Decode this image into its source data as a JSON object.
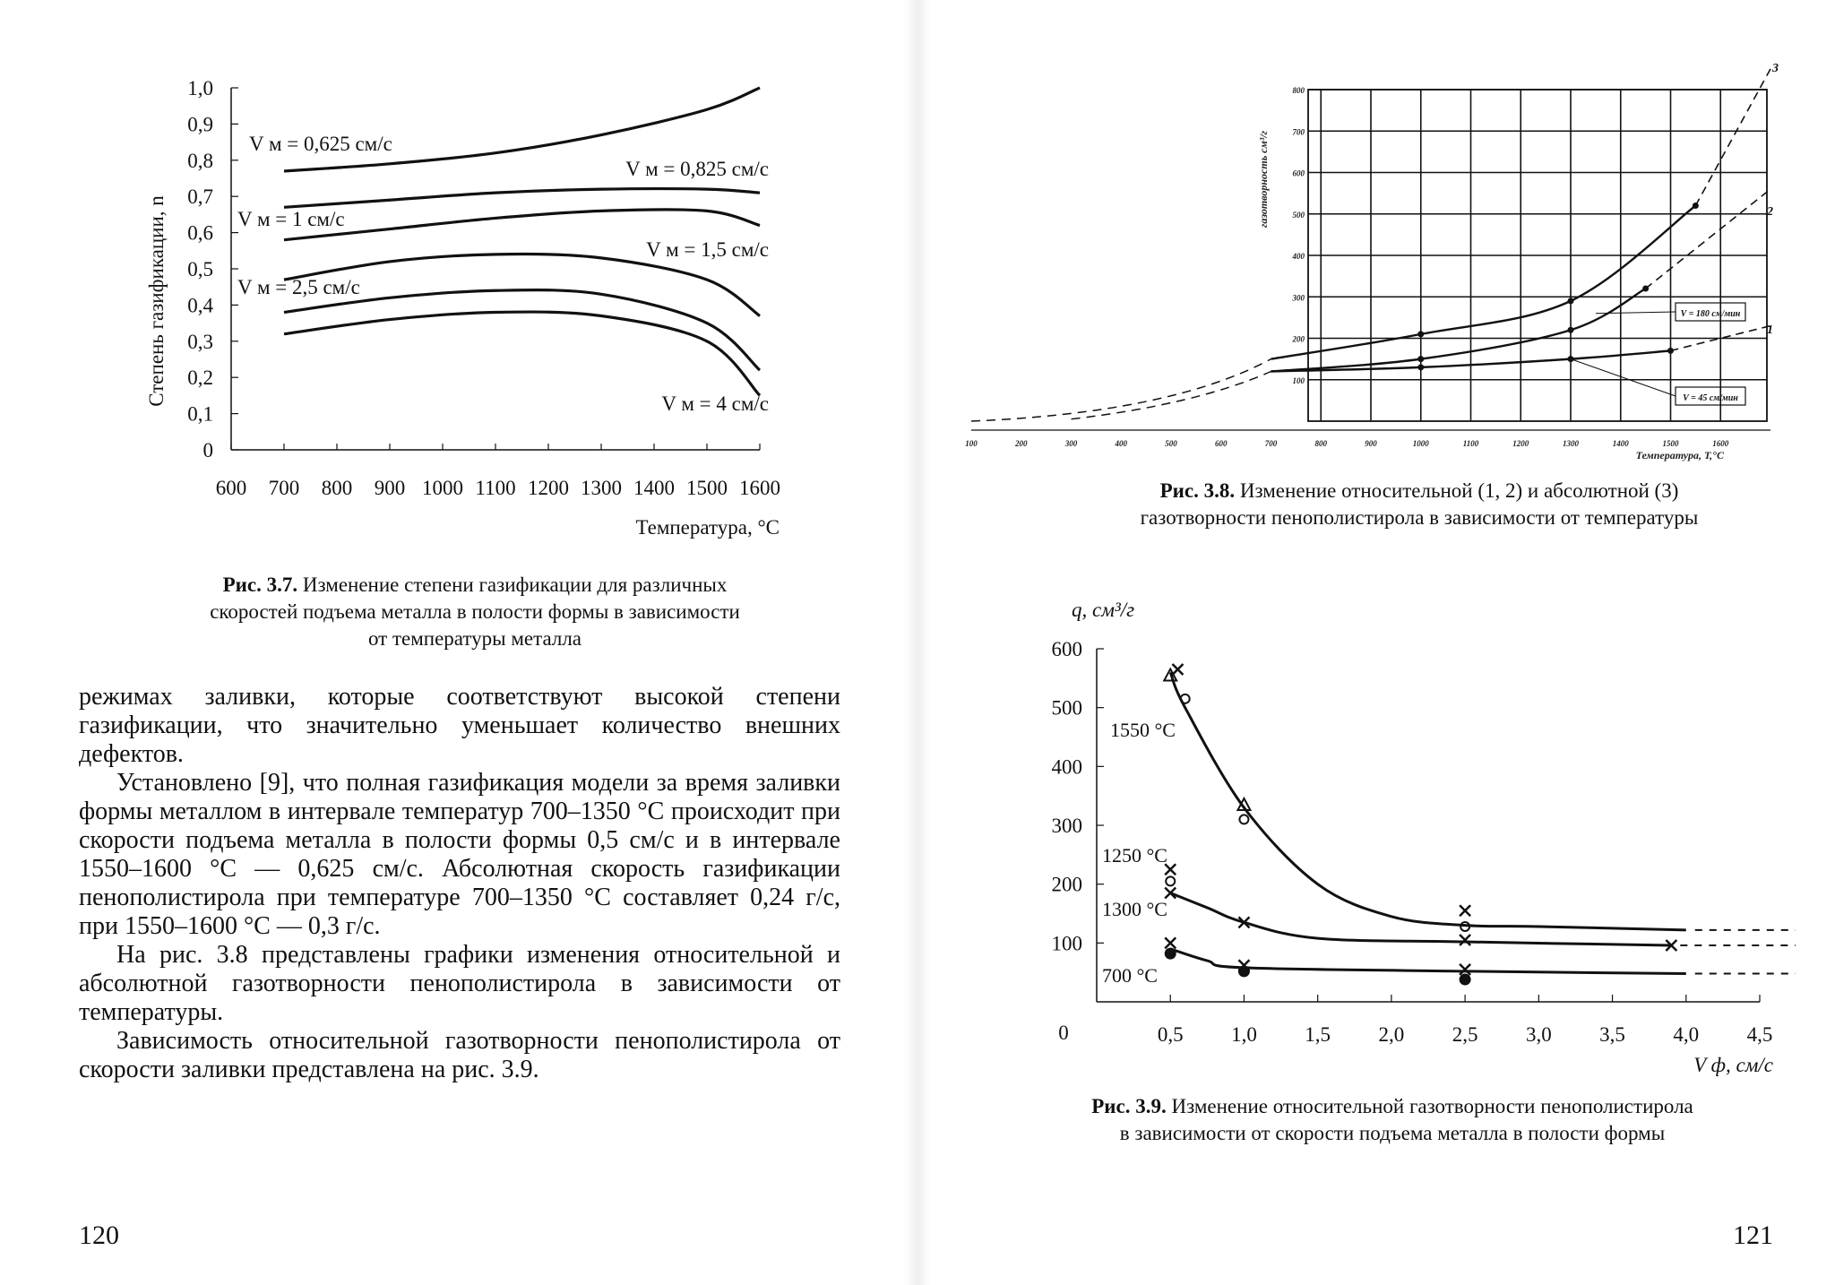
{
  "left_page": {
    "fig37": {
      "ylabel": "Степень газификации, n",
      "xlabel": "Температура, °С",
      "y_ticks": [
        "0",
        "0,1",
        "0,2",
        "0,3",
        "0,4",
        "0,5",
        "0,6",
        "0,7",
        "0,8",
        "0,9",
        "1,0"
      ],
      "x_ticks": [
        "600",
        "700",
        "800",
        "900",
        "1000",
        "1100",
        "1200",
        "1300",
        "1400",
        "1500",
        "1600"
      ],
      "curve_labels": [
        "V м = 0,625 см/с",
        "V м = 0,825 см/с",
        "V м = 1 см/с",
        "V м = 1,5 см/с",
        "V м = 2,5 см/с",
        "V м = 4 см/с"
      ],
      "caption_bold": "Рис. 3.7.",
      "caption_rest": " Изменение степени газификации для различных",
      "caption_line2": "скоростей подъема металла в полости формы в зависимости",
      "caption_line3": "от температуры металла"
    },
    "paragraphs": [
      "режимах заливки, которые соответствуют высокой степени газификации, что значительно уменьшает количество внешних дефектов.",
      "Установлено [9], что полная газификация модели за время заливки формы металлом в интервале температур 700–1350 °С происходит при скорости подъема металла в полости формы 0,5 см/с и в интервале 1550–1600 °С — 0,625 см/с. Абсолютная скорость газификации пенополистирола при температуре 700–1350 °С составляет 0,24 г/с, при 1550–1600 °С — 0,3 г/с.",
      "На рис. 3.8 представлены графики изменения относительной и абсолютной газотворности пенополистирола в зависимости от температуры.",
      "Зависимость относительной газотворности пенополистирола от скорости заливки представлена на рис. 3.9."
    ],
    "page_number": "120"
  },
  "right_page": {
    "fig38": {
      "ylabel": "газотворность см³/г",
      "xlabel": "Температура, T,°C",
      "x_ticks": [
        "100",
        "200",
        "300",
        "400",
        "500",
        "600",
        "700",
        "800",
        "900",
        "1000",
        "1100",
        "1200",
        "1300",
        "1400",
        "1500",
        "1600"
      ],
      "y_ticks": [
        "100",
        "200",
        "300",
        "400",
        "500",
        "600",
        "700",
        "800"
      ],
      "curve_labels": [
        "1",
        "2",
        "3"
      ],
      "box_labels": [
        "V = 180 см/мин",
        "V = 45 см/мин"
      ],
      "caption_bold": "Рис. 3.8.",
      "caption_rest": " Изменение относительной (1, 2) и абсолютной (3)",
      "caption_line2": "газотворности пенополистирола в зависимости от температуры"
    },
    "fig39": {
      "ylabel": "q, см³/г",
      "xlabel": "V ф, см/с",
      "y_ticks": [
        "0",
        "100",
        "200",
        "300",
        "400",
        "500",
        "600"
      ],
      "x_ticks": [
        "0,5",
        "1,0",
        "1,5",
        "2,0",
        "2,5",
        "3,0",
        "3,5",
        "4,0",
        "4,5"
      ],
      "origin": "0",
      "curve_labels": [
        "1550 °С",
        "1250 °С",
        "1300 °С",
        "700 °С"
      ],
      "caption_bold": "Рис. 3.9.",
      "caption_rest": " Изменение относительной газотворности пенополистирола",
      "caption_line2": "в зависимости от скорости подъема металла в полости формы"
    },
    "page_number": "121"
  },
  "chart_data": [
    {
      "type": "line",
      "xlim": [
        600,
        1600
      ],
      "ylim": [
        0,
        1.0
      ],
      "series": [
        {
          "name": "V м = 0,625 см/с",
          "x": [
            700,
            900,
            1100,
            1300,
            1500,
            1600
          ],
          "y": [
            0.77,
            0.79,
            0.82,
            0.87,
            0.94,
            1.0
          ]
        },
        {
          "name": "V м = 0,825 см/с",
          "x": [
            700,
            900,
            1100,
            1300,
            1500,
            1600
          ],
          "y": [
            0.67,
            0.69,
            0.71,
            0.72,
            0.72,
            0.71
          ]
        },
        {
          "name": "V м = 1 см/с",
          "x": [
            700,
            900,
            1100,
            1300,
            1500,
            1600
          ],
          "y": [
            0.58,
            0.61,
            0.64,
            0.66,
            0.66,
            0.62
          ]
        },
        {
          "name": "V м = 1,5 см/с",
          "x": [
            700,
            900,
            1100,
            1300,
            1500,
            1600
          ],
          "y": [
            0.47,
            0.52,
            0.54,
            0.53,
            0.47,
            0.37
          ]
        },
        {
          "name": "V м = 2,5 см/с",
          "x": [
            700,
            900,
            1100,
            1300,
            1500,
            1600
          ],
          "y": [
            0.38,
            0.42,
            0.44,
            0.43,
            0.35,
            0.22
          ]
        },
        {
          "name": "V м = 4 см/с",
          "x": [
            700,
            900,
            1100,
            1300,
            1500,
            1600
          ],
          "y": [
            0.32,
            0.36,
            0.38,
            0.37,
            0.3,
            0.15
          ]
        }
      ]
    },
    {
      "type": "line",
      "xlim": [
        100,
        1700
      ],
      "ylim": [
        0,
        800
      ],
      "series": [
        {
          "name": "1",
          "x": [
            700,
            1000,
            1300,
            1500,
            1700
          ],
          "y": [
            120,
            130,
            150,
            170,
            230
          ]
        },
        {
          "name": "2",
          "x": [
            700,
            1000,
            1300,
            1450,
            1700
          ],
          "y": [
            120,
            150,
            220,
            320,
            560
          ]
        },
        {
          "name": "3",
          "x": [
            700,
            1000,
            1300,
            1550,
            1700
          ],
          "y": [
            150,
            210,
            290,
            520,
            850
          ]
        }
      ]
    },
    {
      "type": "line",
      "xlim": [
        0,
        4.5
      ],
      "ylim": [
        0,
        600
      ],
      "series": [
        {
          "name": "1550 °С",
          "x": [
            0.5,
            0.6,
            1.0,
            1.5,
            2.0,
            2.5,
            3.0,
            4.0
          ],
          "y": [
            560,
            500,
            330,
            200,
            145,
            130,
            128,
            122
          ]
        },
        {
          "name": "1300 °С",
          "x": [
            0.5,
            0.75,
            1.0,
            1.5,
            2.5,
            3.9,
            4.5
          ],
          "y": [
            185,
            160,
            135,
            108,
            102,
            96,
            96
          ]
        },
        {
          "name": "700 °С",
          "x": [
            0.5,
            0.75,
            1.0,
            2.5,
            4.0,
            4.5
          ],
          "y": [
            90,
            70,
            58,
            52,
            48,
            48
          ]
        }
      ]
    }
  ]
}
